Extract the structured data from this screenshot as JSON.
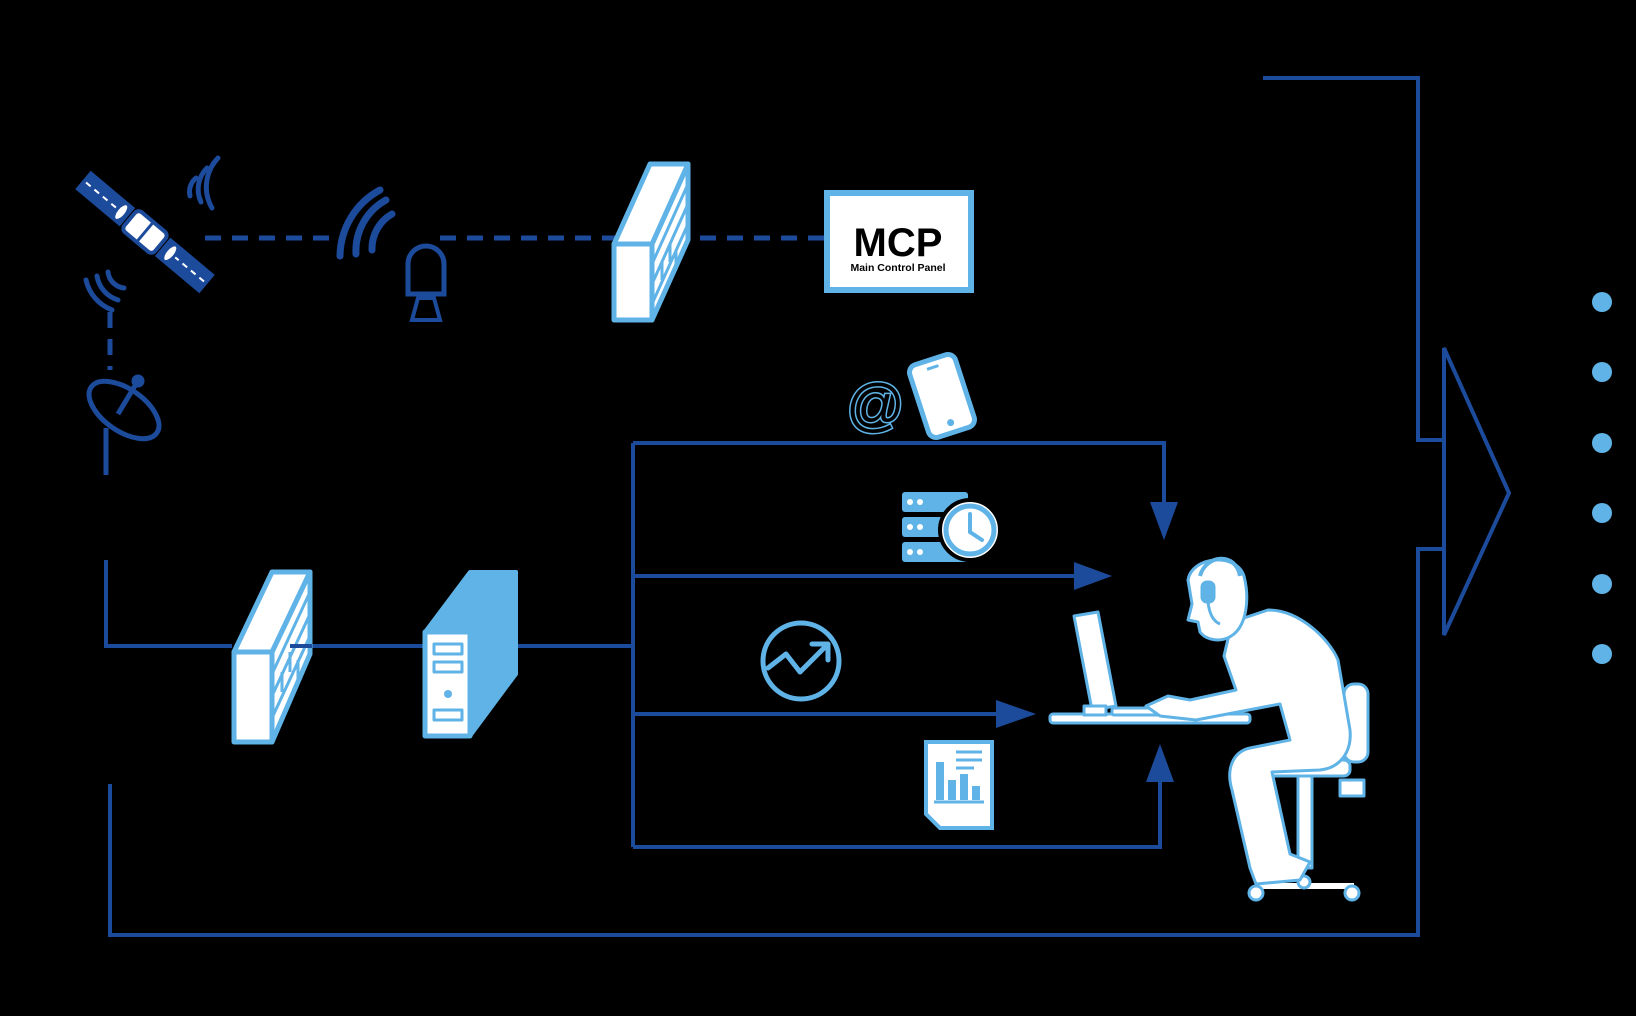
{
  "mcp": {
    "title": "MCP",
    "subtitle": "Main Control Panel"
  },
  "email_symbol": "@",
  "colors": {
    "dark_line": "#1d4b9b",
    "light_fill": "#5fb3e6",
    "background": "#000000"
  },
  "icons": [
    "satellite-icon",
    "radio-tower-icon",
    "firewall-icon",
    "satellite-dish-icon",
    "server-tower-icon",
    "mobile-phone-icon",
    "database-clock-icon",
    "trend-chart-icon",
    "report-document-icon",
    "operator-at-workstation-icon",
    "output-arrow-icon"
  ],
  "output_dots_count": 6
}
